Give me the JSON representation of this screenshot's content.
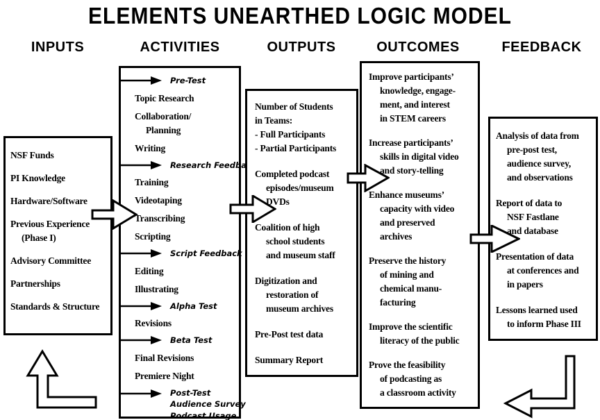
{
  "title": "ELEMENTS UNEARTHED LOGIC MODEL",
  "colors": {
    "ink": "#000000",
    "paper": "#ffffff"
  },
  "icons": {
    "flow_arrow": "right-block-arrow",
    "feedback_marker": "small-right-arrow",
    "loop_left": "up-elbow-arrow",
    "loop_right": "left-elbow-arrow"
  },
  "columns": {
    "inputs": {
      "header": "INPUTS",
      "items": [
        {
          "lines": [
            "NSF Funds"
          ]
        },
        {
          "lines": [
            "PI Knowledge"
          ]
        },
        {
          "lines": [
            "Hardware/Software"
          ]
        },
        {
          "lines": [
            "Previous Experience",
            "(Phase I)"
          ]
        },
        {
          "lines": [
            "Advisory Committee"
          ]
        },
        {
          "lines": [
            "Partnerships"
          ]
        },
        {
          "lines": [
            "Standards & Structure"
          ]
        }
      ]
    },
    "activities": {
      "header": "ACTIVITIES",
      "items": [
        {
          "type": "arrow",
          "lines": [
            "Pre-Test"
          ]
        },
        {
          "lines": [
            "Topic Research"
          ]
        },
        {
          "lines": [
            "Collaboration/",
            "Planning"
          ]
        },
        {
          "lines": [
            "Writing"
          ]
        },
        {
          "type": "arrow",
          "lines": [
            "Research Feedback"
          ]
        },
        {
          "lines": [
            "Training"
          ]
        },
        {
          "lines": [
            "Videotaping"
          ]
        },
        {
          "lines": [
            "Transcribing"
          ]
        },
        {
          "lines": [
            "Scripting"
          ]
        },
        {
          "type": "arrow",
          "lines": [
            "Script Feedback"
          ]
        },
        {
          "lines": [
            "Editing"
          ]
        },
        {
          "lines": [
            "Illustrating"
          ]
        },
        {
          "type": "arrow",
          "lines": [
            "Alpha Test"
          ]
        },
        {
          "lines": [
            "Revisions"
          ]
        },
        {
          "type": "arrow",
          "lines": [
            "Beta Test"
          ]
        },
        {
          "lines": [
            "Final Revisions"
          ]
        },
        {
          "lines": [
            "Premiere Night"
          ]
        },
        {
          "type": "arrow",
          "lines": [
            "Post-Test",
            "Audience Survey",
            "Podcast Usage"
          ]
        }
      ]
    },
    "outputs": {
      "header": "OUTPUTS",
      "items": [
        {
          "indent": false,
          "lines": [
            "Number of Students",
            "in Teams:",
            "- Full Participants",
            "- Partial Participants"
          ]
        },
        {
          "lines": [
            "Completed podcast",
            "episodes/museum",
            "DVDs"
          ]
        },
        {
          "lines": [
            "Coalition of high",
            "school students",
            "and museum staff"
          ]
        },
        {
          "lines": [
            "Digitization and",
            "restoration of",
            "museum archives"
          ]
        },
        {
          "lines": [
            "Pre-Post test data"
          ]
        },
        {
          "lines": [
            "Summary Report"
          ]
        }
      ]
    },
    "outcomes": {
      "header": "OUTCOMES",
      "items": [
        {
          "lines": [
            "Improve participants’",
            "knowledge, engage-",
            "ment, and interest",
            "in STEM careers"
          ]
        },
        {
          "lines": [
            "Increase participants’",
            "skills in digital video",
            "and story-telling"
          ]
        },
        {
          "lines": [
            "Enhance museums’",
            "capacity with video",
            "and preserved",
            "archives"
          ]
        },
        {
          "lines": [
            "Preserve the history",
            "of mining and",
            "chemical manu-",
            "facturing"
          ]
        },
        {
          "lines": [
            "Improve the scientific",
            "literacy of the public"
          ]
        },
        {
          "lines": [
            "Prove the feasibility",
            "of podcasting as",
            "a classroom activity"
          ]
        }
      ]
    },
    "feedback": {
      "header": "FEEDBACK",
      "items": [
        {
          "lines": [
            "Analysis of data from",
            "pre-post test,",
            "audience survey,",
            "and observations"
          ]
        },
        {
          "lines": [
            "Report of data to",
            "NSF Fastlane",
            "and database"
          ]
        },
        {
          "lines": [
            "Presentation of data",
            "at conferences and",
            "in papers"
          ]
        },
        {
          "lines": [
            "Lessons learned used",
            "to inform Phase III"
          ]
        }
      ]
    }
  }
}
